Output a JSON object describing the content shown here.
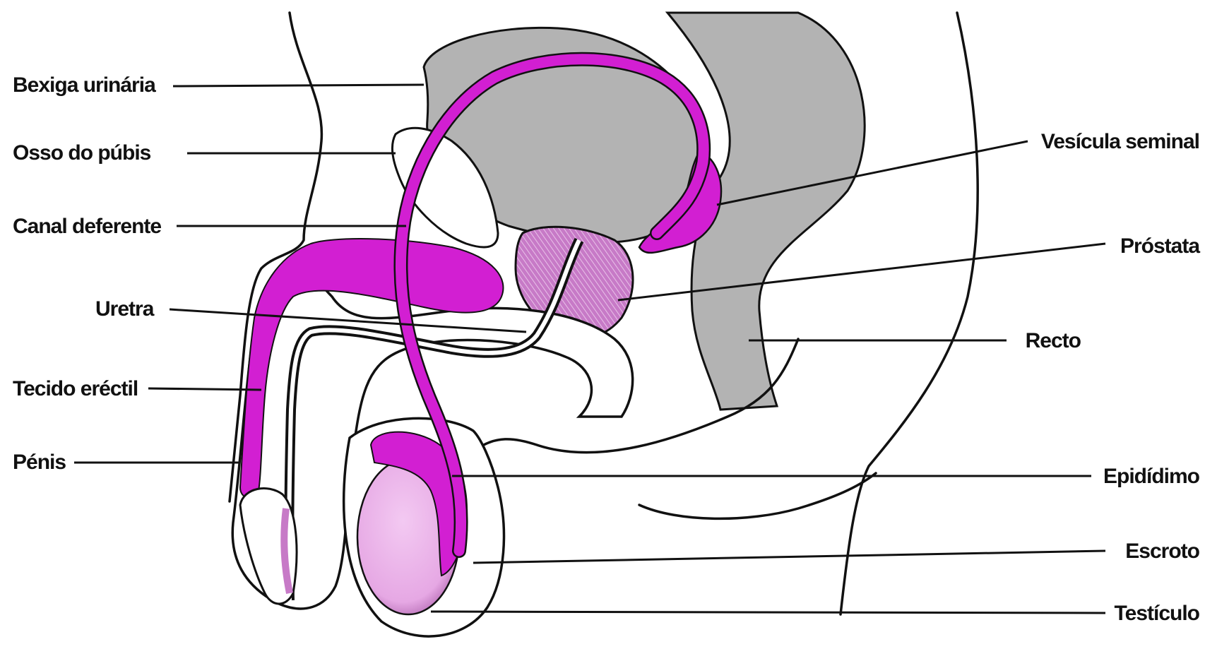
{
  "colors": {
    "magenta": "#d21fd2",
    "prostate_pink": "#c77ac7",
    "testicle_pink": "#edb6ec",
    "gray_organ": "#b3b3b3",
    "line": "#111111",
    "background": "#ffffff"
  },
  "labels": {
    "bladder": "Bexiga urinária",
    "pubic_bone": "Osso do púbis",
    "vas_deferens": "Canal deferente",
    "urethra": "Uretra",
    "erectile_tissue": "Tecido eréctil",
    "penis": "Pénis",
    "seminal_vesicle": "Vesícula seminal",
    "prostate": "Próstata",
    "rectum": "Recto",
    "epididymis": "Epidídimo",
    "scrotum": "Escroto",
    "testicle": "Testículo"
  }
}
